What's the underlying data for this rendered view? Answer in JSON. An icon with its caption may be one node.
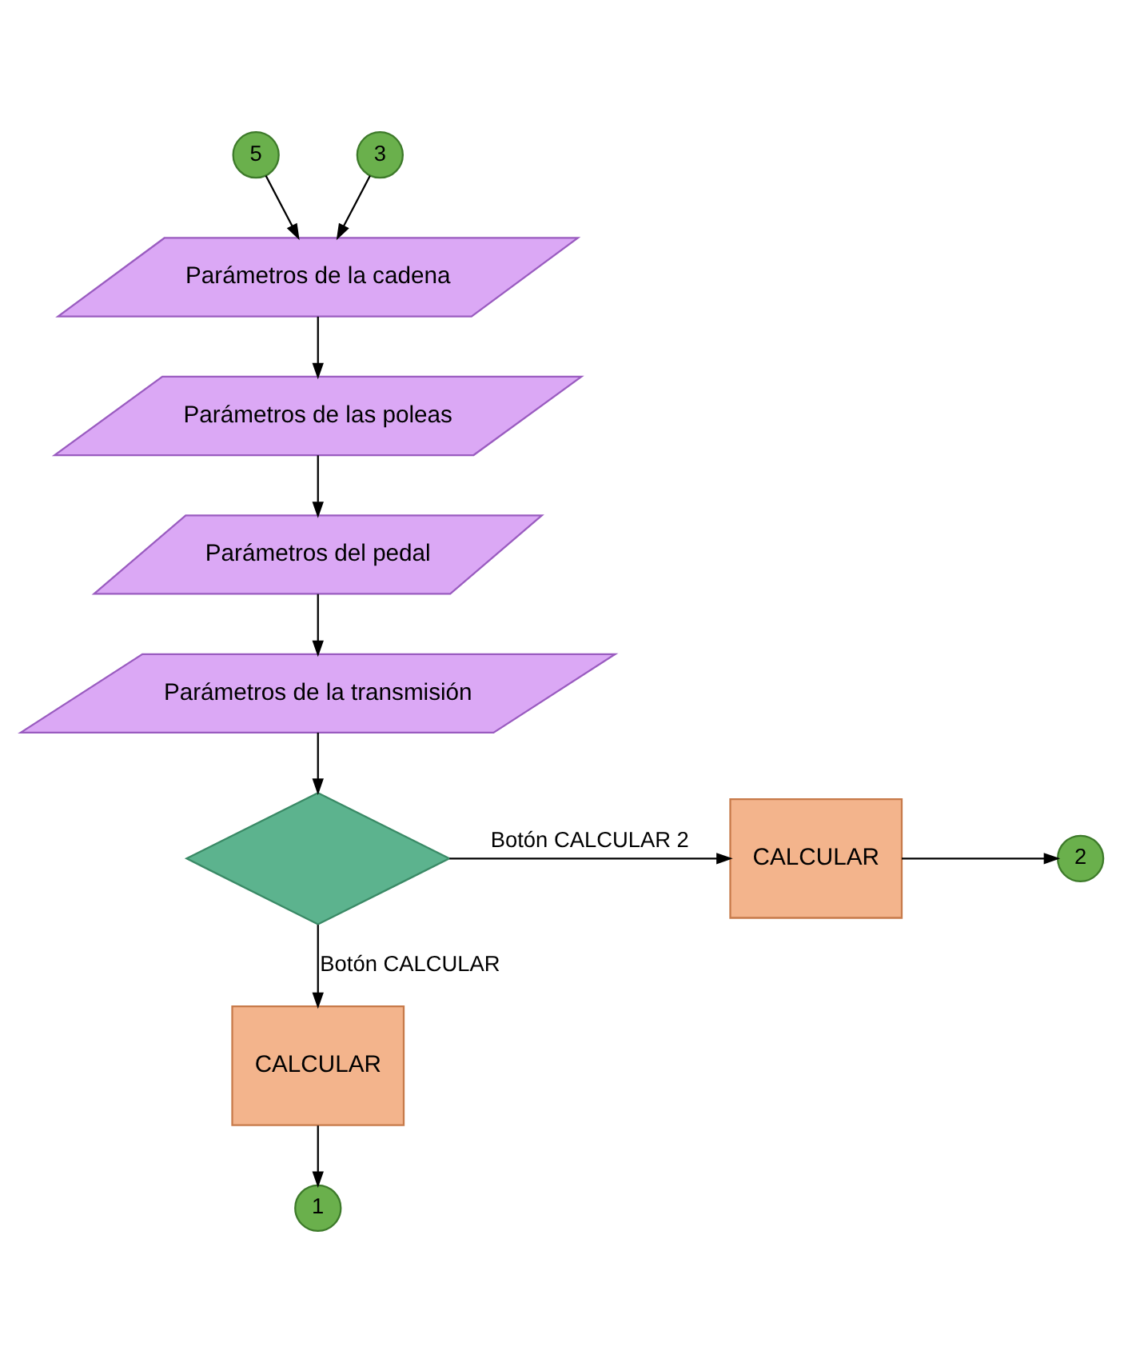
{
  "diagram": {
    "nodes": [
      {
        "text": [
          "5"
        ]
      },
      {
        "text": [
          "3"
        ]
      },
      {
        "text": [
          "Parámetros de la cadena"
        ]
      },
      {
        "text": [
          "Parámetros de las poleas"
        ]
      },
      {
        "text": [
          "Parámetros del pedal"
        ]
      },
      {
        "text": [
          "Parámetros de la transmisión"
        ]
      },
      {
        "text": [],
        "shape": "diamond"
      },
      {
        "text": [
          "CALCULAR"
        ]
      },
      {
        "text": [
          "2"
        ]
      },
      {
        "text": [
          "CALCULAR"
        ]
      },
      {
        "text": [
          "1"
        ]
      }
    ],
    "edges": [
      {
        "from": 0,
        "to": 2,
        "arrow": "to"
      },
      {
        "from": 1,
        "to": 2,
        "arrow": "to"
      },
      {
        "from": 2,
        "to": 3,
        "arrow": "to"
      },
      {
        "from": 3,
        "to": 4,
        "arrow": "to"
      },
      {
        "from": 4,
        "to": 5,
        "arrow": "to"
      },
      {
        "from": 5,
        "to": 6,
        "arrow": "to"
      },
      {
        "from": 6,
        "to": 7,
        "label": "Botón CALCULAR 2",
        "arrow": "to"
      },
      {
        "from": 7,
        "to": 8,
        "arrow": "to"
      },
      {
        "from": 6,
        "to": 9,
        "label": "Botón CALCULAR",
        "arrow": "to"
      },
      {
        "from": 9,
        "to": 10,
        "arrow": "to"
      }
    ]
  }
}
